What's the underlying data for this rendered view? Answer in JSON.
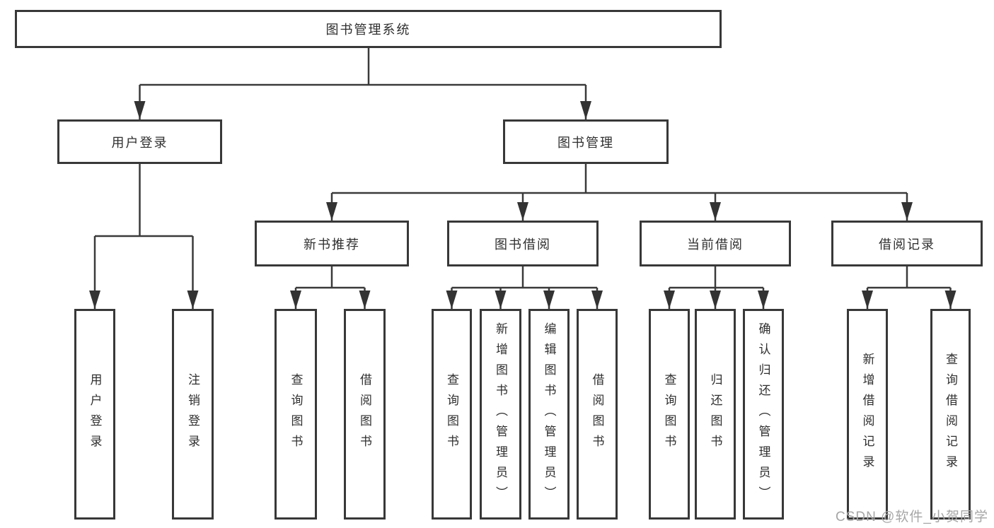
{
  "diagram": {
    "nodes": {
      "root": "图书管理系统",
      "user_login": "用户登录",
      "book_management": "图书管理",
      "new_book_recommend": "新书推荐",
      "book_borrow": "图书借阅",
      "current_borrow": "当前借阅",
      "borrow_records": "借阅记录",
      "leaf_user_login": "用户登录",
      "leaf_logout": "注销登录",
      "leaf_query_books_1": "查询图书",
      "leaf_borrow_books_1": "借阅图书",
      "leaf_query_books_2": "查询图书",
      "leaf_add_book_admin": "新增图书（管理员）",
      "leaf_edit_book_admin": "编辑图书（管理员）",
      "leaf_borrow_books_2": "借阅图书",
      "leaf_query_books_3": "查询图书",
      "leaf_return_books": "归还图书",
      "leaf_confirm_return_admin": "确认归还（管理员）",
      "leaf_add_borrow_record": "新增借阅记录",
      "leaf_query_borrow_record": "查询借阅记录"
    },
    "tree": {
      "图书管理系统": [
        "用户登录",
        "图书管理"
      ],
      "用户登录": [
        "用户登录",
        "注销登录"
      ],
      "图书管理": [
        "新书推荐",
        "图书借阅",
        "当前借阅",
        "借阅记录"
      ],
      "新书推荐": [
        "查询图书",
        "借阅图书"
      ],
      "图书借阅": [
        "查询图书",
        "新增图书（管理员）",
        "编辑图书（管理员）",
        "借阅图书"
      ],
      "当前借阅": [
        "查询图书",
        "归还图书",
        "确认归还（管理员）"
      ],
      "借阅记录": [
        "新增借阅记录",
        "查询借阅记录"
      ]
    }
  },
  "watermark": {
    "text": "CSDN @软件_小贺同学",
    "color": "#a6a6a6"
  },
  "colors": {
    "line": "#3a3a3a",
    "arrow": "#333333",
    "text": "#2f2f2f",
    "background": "#ffffff"
  }
}
